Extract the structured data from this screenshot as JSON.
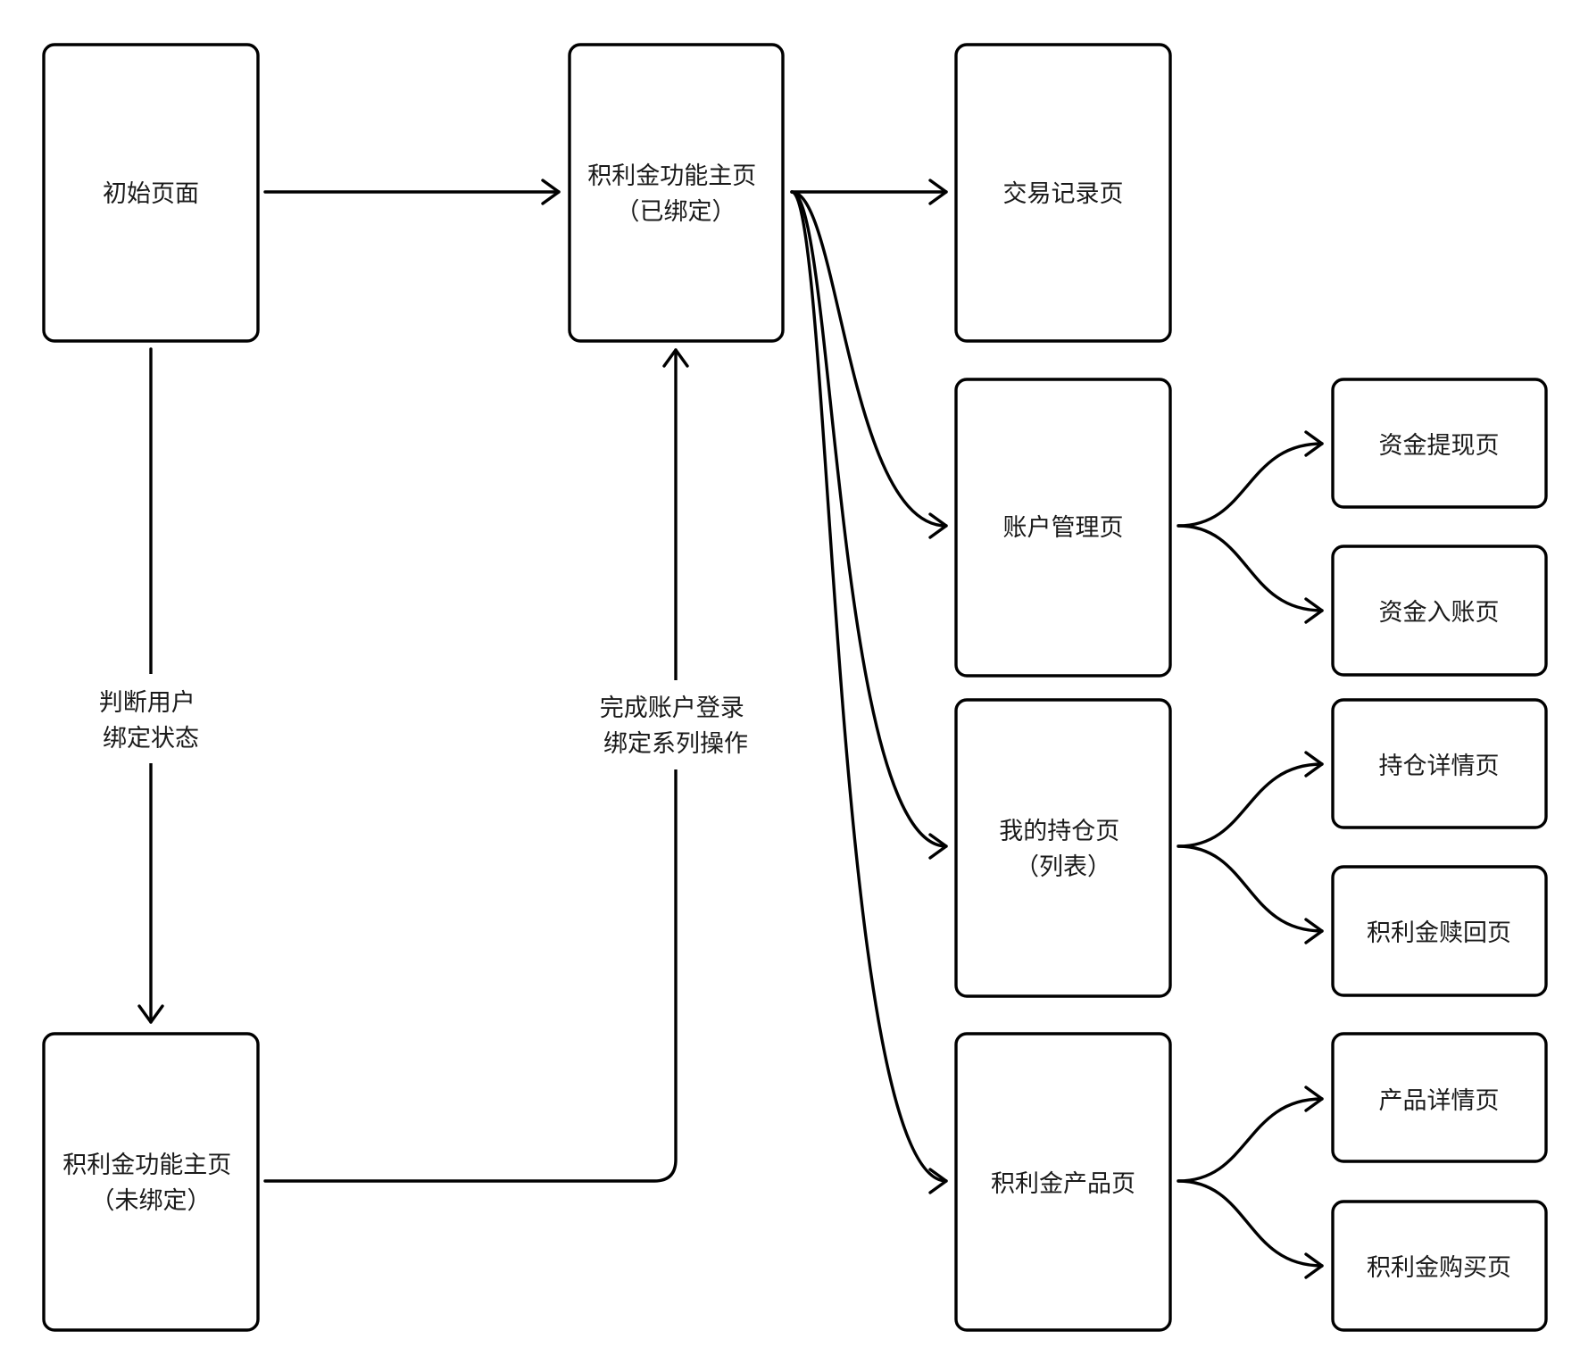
{
  "nodes": {
    "initial": {
      "lines": [
        "初始页面"
      ]
    },
    "home_bound": {
      "lines": [
        "积利金功能主页",
        "（已绑定）"
      ]
    },
    "home_unbound": {
      "lines": [
        "积利金功能主页",
        "（未绑定）"
      ]
    },
    "transactions": {
      "lines": [
        "交易记录页"
      ]
    },
    "account": {
      "lines": [
        "账户管理页"
      ]
    },
    "holdings": {
      "lines": [
        "我的持仓页",
        "（列表）"
      ]
    },
    "products": {
      "lines": [
        "积利金产品页"
      ]
    },
    "withdraw": {
      "lines": [
        "资金提现页"
      ]
    },
    "deposit": {
      "lines": [
        "资金入账页"
      ]
    },
    "holding_detail": {
      "lines": [
        "持仓详情页"
      ]
    },
    "redeem": {
      "lines": [
        "积利金赎回页"
      ]
    },
    "product_detail": {
      "lines": [
        "产品详情页"
      ]
    },
    "purchase": {
      "lines": [
        "积利金购买页"
      ]
    }
  },
  "edge_labels": {
    "check_binding": [
      "判断用户",
      "绑定状态"
    ],
    "complete_binding": [
      "完成账户登录",
      "绑定系列操作"
    ]
  },
  "colors": {
    "stroke": "#000000",
    "text": "#1a1a1a",
    "background": "#ffffff"
  }
}
